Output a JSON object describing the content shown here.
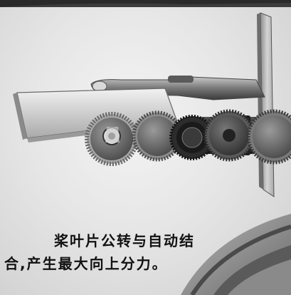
{
  "caption": {
    "line1": "桨叶片公转与自动结",
    "line2": "合,产生最大向上分力。"
  },
  "palette": {
    "background": "#e8e8e8",
    "metal_dark": "#3a3a3a",
    "metal_mid": "#8a8a8a",
    "metal_light": "#cfcfcf",
    "text": "#111111"
  },
  "icons": [
    "blade-plate",
    "gear",
    "shaft",
    "mounting-plate",
    "housing-arc"
  ]
}
